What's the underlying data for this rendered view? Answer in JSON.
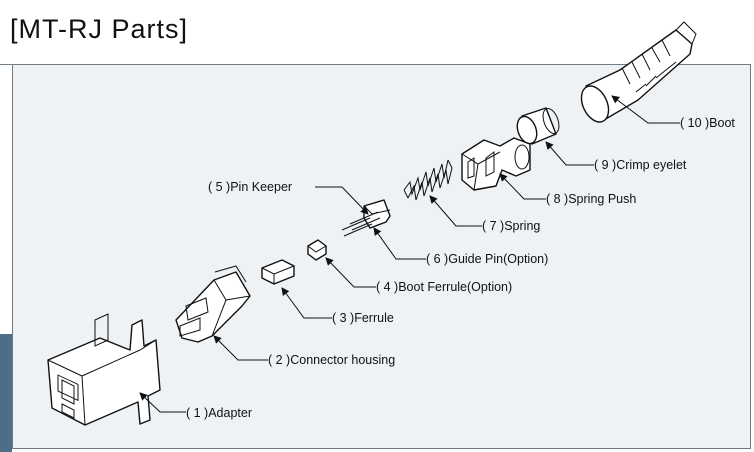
{
  "title": "[MT-RJ Parts]",
  "parts": [
    {
      "id": "adapter",
      "label": "( 1 )Adapter"
    },
    {
      "id": "connector-housing",
      "label": "( 2 )Connector housing"
    },
    {
      "id": "ferrule",
      "label": "( 3 )Ferrule"
    },
    {
      "id": "boot-ferrule",
      "label": "( 4 )Boot  Ferrule(Option)"
    },
    {
      "id": "pin-keeper",
      "label": "( 5 )Pin  Keeper"
    },
    {
      "id": "guide-pin",
      "label": "( 6 )Guide  Pin(Option)"
    },
    {
      "id": "spring",
      "label": "( 7 )Spring"
    },
    {
      "id": "spring-push",
      "label": "( 8 )Spring  Push"
    },
    {
      "id": "crimp-eyelet",
      "label": "( 9 )Crimp  eyelet"
    },
    {
      "id": "boot",
      "label": "( 10 )Boot"
    }
  ]
}
